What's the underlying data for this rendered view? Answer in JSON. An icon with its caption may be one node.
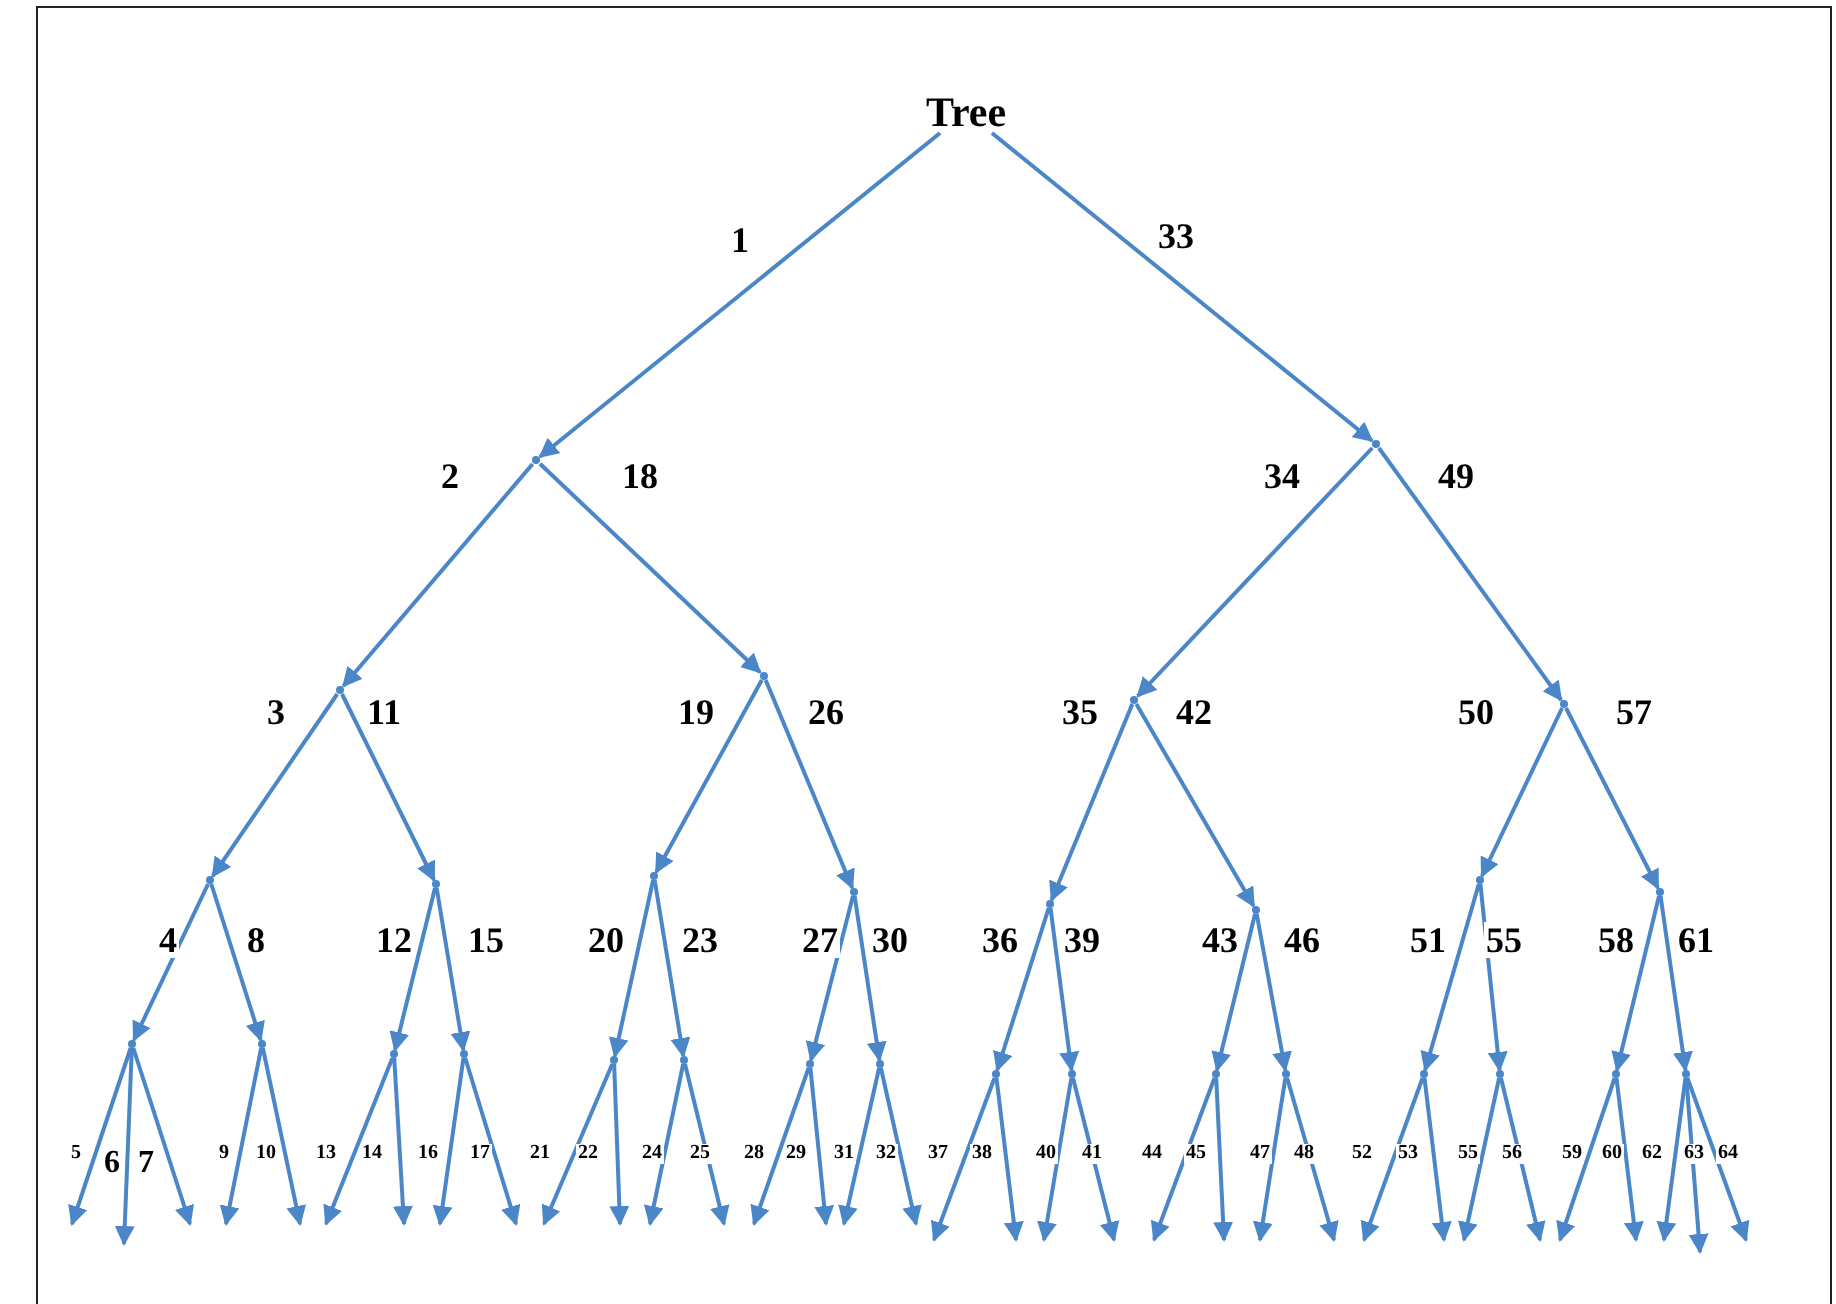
{
  "diagram": {
    "nodes": [
      {
        "text": [
          "Tree"
        ]
      },
      {
        "text": [],
        "shape": "point"
      },
      {
        "text": [],
        "shape": "point"
      },
      {
        "text": [],
        "shape": "point"
      },
      {
        "text": [],
        "shape": "point"
      },
      {
        "text": [],
        "shape": "point"
      },
      {
        "text": [],
        "shape": "point"
      },
      {
        "text": [],
        "shape": "point"
      },
      {
        "text": [],
        "shape": "point"
      },
      {
        "text": [],
        "shape": "point"
      },
      {
        "text": [],
        "shape": "point"
      },
      {
        "text": [],
        "shape": "point"
      },
      {
        "text": [],
        "shape": "point"
      },
      {
        "text": [],
        "shape": "point"
      },
      {
        "text": [],
        "shape": "point"
      },
      {
        "text": [],
        "shape": "point"
      },
      {
        "text": [],
        "shape": "point"
      },
      {
        "text": [],
        "shape": "point"
      },
      {
        "text": [],
        "shape": "point"
      },
      {
        "text": [],
        "shape": "point"
      },
      {
        "text": [],
        "shape": "point"
      },
      {
        "text": [],
        "shape": "point"
      },
      {
        "text": [],
        "shape": "point"
      },
      {
        "text": [],
        "shape": "point"
      },
      {
        "text": [],
        "shape": "point"
      },
      {
        "text": [],
        "shape": "point"
      },
      {
        "text": [],
        "shape": "point"
      },
      {
        "text": [],
        "shape": "point"
      },
      {
        "text": [],
        "shape": "point"
      },
      {
        "text": [],
        "shape": "point"
      },
      {
        "text": [],
        "shape": "point"
      }
    ],
    "edges": [
      {
        "from": 0,
        "to": 1,
        "arrow": "to",
        "label": "1"
      },
      {
        "from": 1,
        "to": 3,
        "arrow": "to",
        "label": "2"
      },
      {
        "from": 3,
        "to": 7,
        "arrow": "to",
        "label": "3"
      },
      {
        "from": 7,
        "to": 15,
        "arrow": "to",
        "label": "4"
      },
      {
        "from": 15,
        "to": null,
        "arrow": "to",
        "label": "5"
      },
      {
        "from": 15,
        "to": null,
        "arrow": "to",
        "label": "6"
      },
      {
        "from": 15,
        "to": null,
        "arrow": "to",
        "label": "7"
      },
      {
        "from": 7,
        "to": 16,
        "arrow": "to",
        "label": "8"
      },
      {
        "from": 16,
        "to": null,
        "arrow": "to",
        "label": "9"
      },
      {
        "from": 16,
        "to": null,
        "arrow": "to",
        "label": "10"
      },
      {
        "from": 3,
        "to": 8,
        "arrow": "to",
        "label": "11"
      },
      {
        "from": 8,
        "to": 17,
        "arrow": "to",
        "label": "12"
      },
      {
        "from": 17,
        "to": null,
        "arrow": "to",
        "label": "13"
      },
      {
        "from": 17,
        "to": null,
        "arrow": "to",
        "label": "14"
      },
      {
        "from": 8,
        "to": 18,
        "arrow": "to",
        "label": "15"
      },
      {
        "from": 18,
        "to": null,
        "arrow": "to",
        "label": "16"
      },
      {
        "from": 18,
        "to": null,
        "arrow": "to",
        "label": "17"
      },
      {
        "from": 1,
        "to": 4,
        "arrow": "to",
        "label": "18"
      },
      {
        "from": 4,
        "to": 9,
        "arrow": "to",
        "label": "19"
      },
      {
        "from": 9,
        "to": 19,
        "arrow": "to",
        "label": "20"
      },
      {
        "from": 19,
        "to": null,
        "arrow": "to",
        "label": "21"
      },
      {
        "from": 19,
        "to": null,
        "arrow": "to",
        "label": "22"
      },
      {
        "from": 9,
        "to": 20,
        "arrow": "to",
        "label": "23"
      },
      {
        "from": 20,
        "to": null,
        "arrow": "to",
        "label": "24"
      },
      {
        "from": 20,
        "to": null,
        "arrow": "to",
        "label": "25"
      },
      {
        "from": 4,
        "to": 10,
        "arrow": "to",
        "label": "26"
      },
      {
        "from": 10,
        "to": 21,
        "arrow": "to",
        "label": "27"
      },
      {
        "from": 21,
        "to": null,
        "arrow": "to",
        "label": "28"
      },
      {
        "from": 21,
        "to": null,
        "arrow": "to",
        "label": "29"
      },
      {
        "from": 10,
        "to": 22,
        "arrow": "to",
        "label": "30"
      },
      {
        "from": 22,
        "to": null,
        "arrow": "to",
        "label": "31"
      },
      {
        "from": 22,
        "to": null,
        "arrow": "to",
        "label": "32"
      },
      {
        "from": 0,
        "to": 2,
        "arrow": "to",
        "label": "33"
      },
      {
        "from": 2,
        "to": 5,
        "arrow": "to",
        "label": "34"
      },
      {
        "from": 5,
        "to": 11,
        "arrow": "to",
        "label": "35"
      },
      {
        "from": 11,
        "to": 23,
        "arrow": "to",
        "label": "36"
      },
      {
        "from": 23,
        "to": null,
        "arrow": "to",
        "label": "37"
      },
      {
        "from": 23,
        "to": null,
        "arrow": "to",
        "label": "38"
      },
      {
        "from": 11,
        "to": 24,
        "arrow": "to",
        "label": "39"
      },
      {
        "from": 24,
        "to": null,
        "arrow": "to",
        "label": "40"
      },
      {
        "from": 24,
        "to": null,
        "arrow": "to",
        "label": "41"
      },
      {
        "from": 5,
        "to": 12,
        "arrow": "to",
        "label": "42"
      },
      {
        "from": 12,
        "to": 25,
        "arrow": "to",
        "label": "43"
      },
      {
        "from": 25,
        "to": null,
        "arrow": "to",
        "label": "44"
      },
      {
        "from": 25,
        "to": null,
        "arrow": "to",
        "label": "45"
      },
      {
        "from": 12,
        "to": 26,
        "arrow": "to",
        "label": "46"
      },
      {
        "from": 26,
        "to": null,
        "arrow": "to",
        "label": "47"
      },
      {
        "from": 26,
        "to": null,
        "arrow": "to",
        "label": "48"
      },
      {
        "from": 2,
        "to": 6,
        "arrow": "to",
        "label": "49"
      },
      {
        "from": 6,
        "to": 13,
        "arrow": "to",
        "label": "50"
      },
      {
        "from": 13,
        "to": 27,
        "arrow": "to",
        "label": "51"
      },
      {
        "from": 27,
        "to": null,
        "arrow": "to",
        "label": "52"
      },
      {
        "from": 27,
        "to": null,
        "arrow": "to",
        "label": "53"
      },
      {
        "from": 13,
        "to": 28,
        "arrow": "to",
        "label": "55"
      },
      {
        "from": 28,
        "to": null,
        "arrow": "to",
        "label": "55"
      },
      {
        "from": 28,
        "to": null,
        "arrow": "to",
        "label": "56"
      },
      {
        "from": 6,
        "to": 14,
        "arrow": "to",
        "label": "57"
      },
      {
        "from": 14,
        "to": 29,
        "arrow": "to",
        "label": "58"
      },
      {
        "from": 29,
        "to": null,
        "arrow": "to",
        "label": "59"
      },
      {
        "from": 29,
        "to": null,
        "arrow": "to",
        "label": "60"
      },
      {
        "from": 14,
        "to": 30,
        "arrow": "to",
        "label": "61"
      },
      {
        "from": 30,
        "to": null,
        "arrow": "to",
        "label": "62"
      },
      {
        "from": 30,
        "to": null,
        "arrow": "to",
        "label": "63"
      },
      {
        "from": 30,
        "to": null,
        "arrow": "to",
        "label": "64"
      }
    ]
  }
}
